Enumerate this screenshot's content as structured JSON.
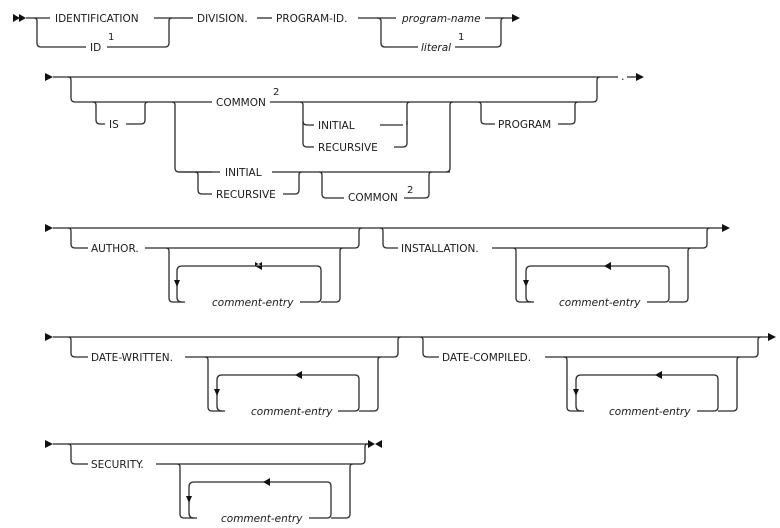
{
  "diagram": {
    "title": "IDENTIFICATION DIVISION syntax",
    "colors": {
      "line": "#2b2b2b",
      "text": "#1a1a1a",
      "background": "#ffffff"
    },
    "row1": {
      "identification": "IDENTIFICATION",
      "id": "ID",
      "id_note": "1",
      "division": "DIVISION.",
      "program_id": "PROGRAM-ID.",
      "program_name": "program-name",
      "literal": "literal",
      "literal_note": "1"
    },
    "row2": {
      "is": "IS",
      "common": "COMMON",
      "common_note": "2",
      "initial_a": "INITIAL",
      "recursive_a": "RECURSIVE",
      "initial_b": "INITIAL",
      "recursive_b": "RECURSIVE",
      "common_b": "COMMON",
      "common_b_note": "2",
      "program": "PROGRAM",
      "period": "."
    },
    "row3": {
      "author": "AUTHOR.",
      "author_entry": "comment-entry",
      "installation": "INSTALLATION.",
      "installation_entry": "comment-entry"
    },
    "row4": {
      "date_written": "DATE-WRITTEN.",
      "date_written_entry": "comment-entry",
      "date_compiled": "DATE-COMPILED.",
      "date_compiled_entry": "comment-entry"
    },
    "row5": {
      "security": "SECURITY.",
      "security_entry": "comment-entry"
    }
  }
}
